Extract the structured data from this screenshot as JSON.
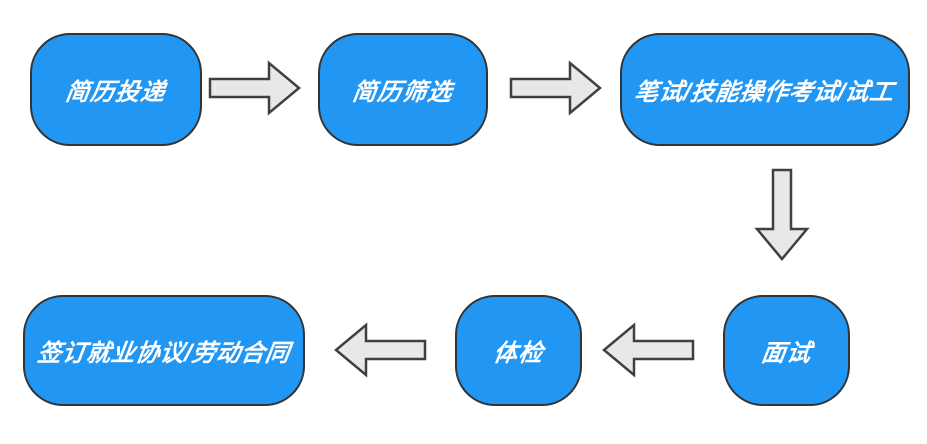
{
  "flowchart": {
    "description": "recruitment process flow",
    "colors": {
      "background": "#ffffff",
      "node_fill": "#2196f3",
      "node_border": "#333333",
      "arrow_fill": "#e8e8e8",
      "arrow_border": "#404040",
      "text": "#ffffff"
    },
    "nodes": [
      {
        "id": "resume-submission",
        "label": "简历投递"
      },
      {
        "id": "resume-screening",
        "label": "简历筛选"
      },
      {
        "id": "written-skill-test",
        "label": "笔试/技能操作考试/试工"
      },
      {
        "id": "interview",
        "label": "面试"
      },
      {
        "id": "physical-exam",
        "label": "体检"
      },
      {
        "id": "sign-contract",
        "label": "签订就业协议/劳动合同"
      }
    ],
    "edges": [
      {
        "from": "简历投递",
        "to": "简历筛选",
        "direction": "right"
      },
      {
        "from": "简历筛选",
        "to": "笔试/技能操作考试/试工",
        "direction": "right"
      },
      {
        "from": "笔试/技能操作考试/试工",
        "to": "面试",
        "direction": "down"
      },
      {
        "from": "面试",
        "to": "体检",
        "direction": "left"
      },
      {
        "from": "体检",
        "to": "签订就业协议/劳动合同",
        "direction": "left"
      }
    ]
  }
}
